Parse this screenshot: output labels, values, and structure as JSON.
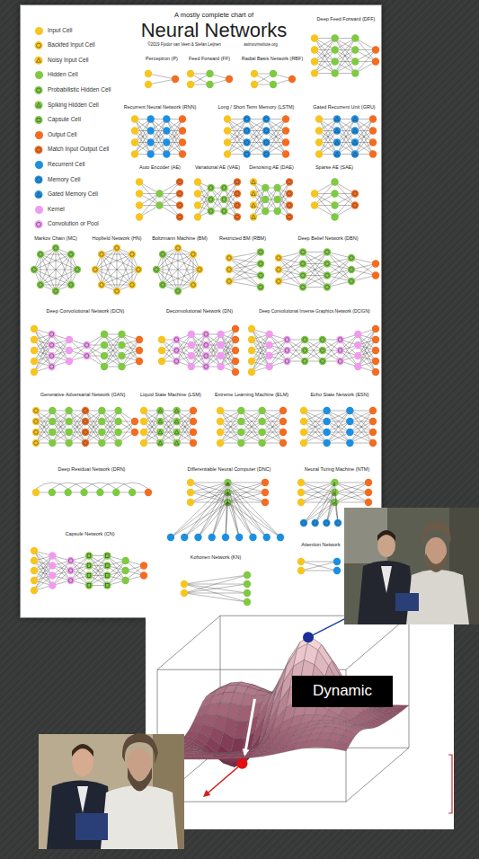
{
  "diagram": {
    "title": "Neural Networks",
    "nodes": [
      {
        "text": [
          "Dynamic"
        ]
      }
    ],
    "labels": [
      "A mostly complete chart of",
      "©2019 Fjodor van Veen & Stefan Leijnen",
      "asimovinstitute.org",
      "Deep Feed Forward (DFF)",
      "Perceptron (P)",
      "Feed Forward (FF)",
      "Radial Basis Network (RBF)",
      "Recurrent Neural Network (RNN)",
      "Long / Short Term Memory (LSTM)",
      "Gated Recurrent Unit (GRU)",
      "Auto Encoder (AE)",
      "Variational AE (VAE)",
      "Denoising AE (DAE)",
      "Sparse AE (SAE)",
      "Markov Chain (MC)",
      "Hopfield Network (HN)",
      "Boltzmann Machine (BM)",
      "Restricted BM (RBM)",
      "Deep Belief Network (DBN)",
      "Deep Convolutional Network (DCN)",
      "Deconvolutional Network (DN)",
      "Deep Convolutional Inverse Graphics Network (DCIGN)",
      "Generative Adversarial Network (GAN)",
      "Liquid State Machine (LSM)",
      "Extreme Learning Machine (ELM)",
      "Echo State Network (ESN)",
      "Deep Residual Network (DRN)",
      "Differentiable Neural Computer (DNC)",
      "Neural Turing Machine (NTM)",
      "Capsule Network (CN)",
      "Kohonen Network (KN)",
      "Attention Network"
    ],
    "legend": [
      {
        "text": "Input Cell",
        "color": "#f7c520"
      },
      {
        "text": "Backfed Input Cell"
      },
      {
        "text": "Noisy Input Cell"
      },
      {
        "text": "Hidden Cell",
        "color": "#7fc943"
      },
      {
        "text": "Probabilistic Hidden Cell"
      },
      {
        "text": "Spiking Hidden Cell"
      },
      {
        "text": "Capsule Cell"
      },
      {
        "text": "Output Cell",
        "color": "#f26d21"
      },
      {
        "text": "Match Input Output Cell"
      },
      {
        "text": "Recurrent Cell",
        "color": "#1d8fe1"
      },
      {
        "text": "Memory Cell"
      },
      {
        "text": "Gated Memory Cell"
      },
      {
        "text": "Kernel",
        "color": "#f19bf0"
      },
      {
        "text": "Convolution or Pool"
      }
    ]
  }
}
